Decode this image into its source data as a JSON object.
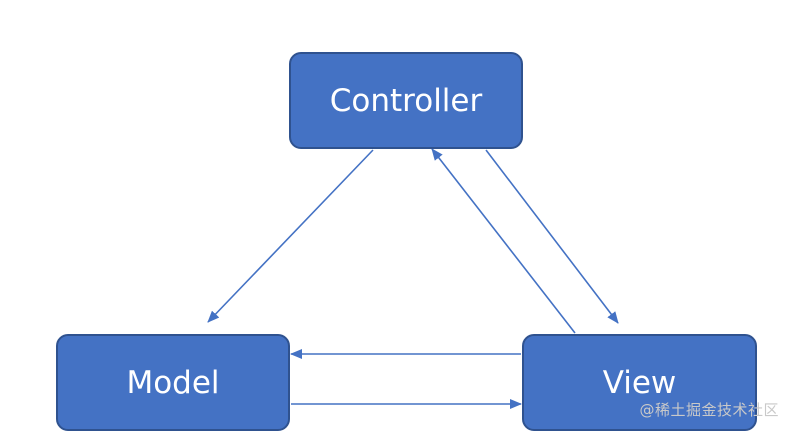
{
  "diagram": {
    "nodes": {
      "controller": "Controller",
      "model": "Model",
      "view": "View"
    },
    "edges": [
      {
        "from": "Controller",
        "to": "Model"
      },
      {
        "from": "Controller",
        "to": "View"
      },
      {
        "from": "View",
        "to": "Controller"
      },
      {
        "from": "View",
        "to": "Model"
      },
      {
        "from": "Model",
        "to": "View"
      }
    ],
    "colors": {
      "node_fill": "#4472c4",
      "node_border": "#2f528f",
      "edge": "#4472c4",
      "text": "#ffffff"
    }
  },
  "watermark": "@稀土掘金技术社区"
}
